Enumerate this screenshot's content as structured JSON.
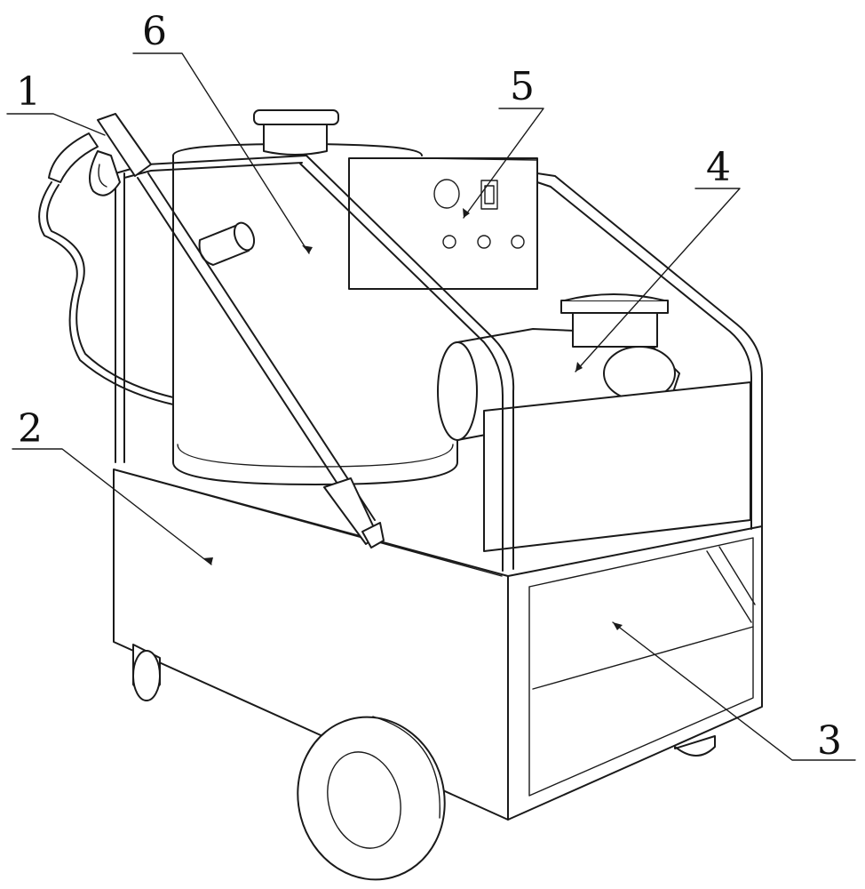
{
  "figure": {
    "callouts": [
      {
        "id": "1",
        "text": "1"
      },
      {
        "id": "2",
        "text": "2"
      },
      {
        "id": "3",
        "text": "3"
      },
      {
        "id": "4",
        "text": "4"
      },
      {
        "id": "5",
        "text": "5"
      },
      {
        "id": "6",
        "text": "6"
      }
    ],
    "line_color": "#1a1a1a",
    "background": "#ffffff"
  }
}
